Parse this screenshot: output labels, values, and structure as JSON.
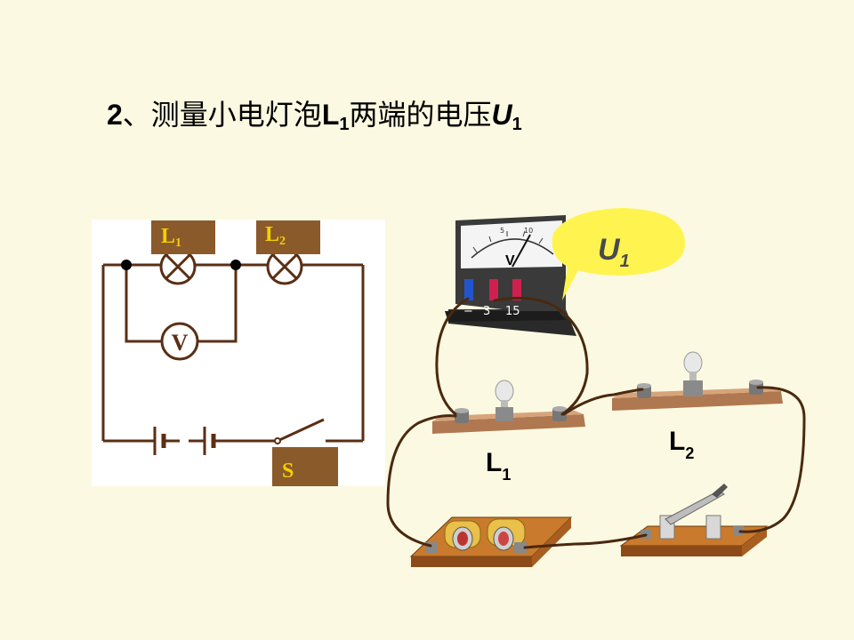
{
  "title": {
    "prefix": "2",
    "text1": "、测量小电灯泡",
    "lamp": "L",
    "lamp_sub": "1",
    "text2": "两端的电压",
    "voltage": "U",
    "voltage_sub": "1"
  },
  "schematic": {
    "lamp1": "L",
    "lamp1_sub": "1",
    "lamp2": "L",
    "lamp2_sub": "2",
    "voltmeter": "V",
    "switch": "S"
  },
  "apparatus": {
    "meter_symbol": "V",
    "terminal_minus": "−",
    "terminal_3": "3",
    "terminal_15": "15",
    "scale_5": "5",
    "scale_10": "10",
    "bubble": "U",
    "bubble_sub": "1",
    "lamp1": "L",
    "lamp1_sub": "1",
    "lamp2": "L",
    "lamp2_sub": "2"
  },
  "colors": {
    "background": "#fbf9e1",
    "wire_schematic": "#5a2f14",
    "wire_real": "#4a2810",
    "label_box": "#8b5a2b",
    "label_text": "#f5d000",
    "bubble": "#fff44f",
    "board": "#c97a2c",
    "shelf": "#b07850"
  }
}
